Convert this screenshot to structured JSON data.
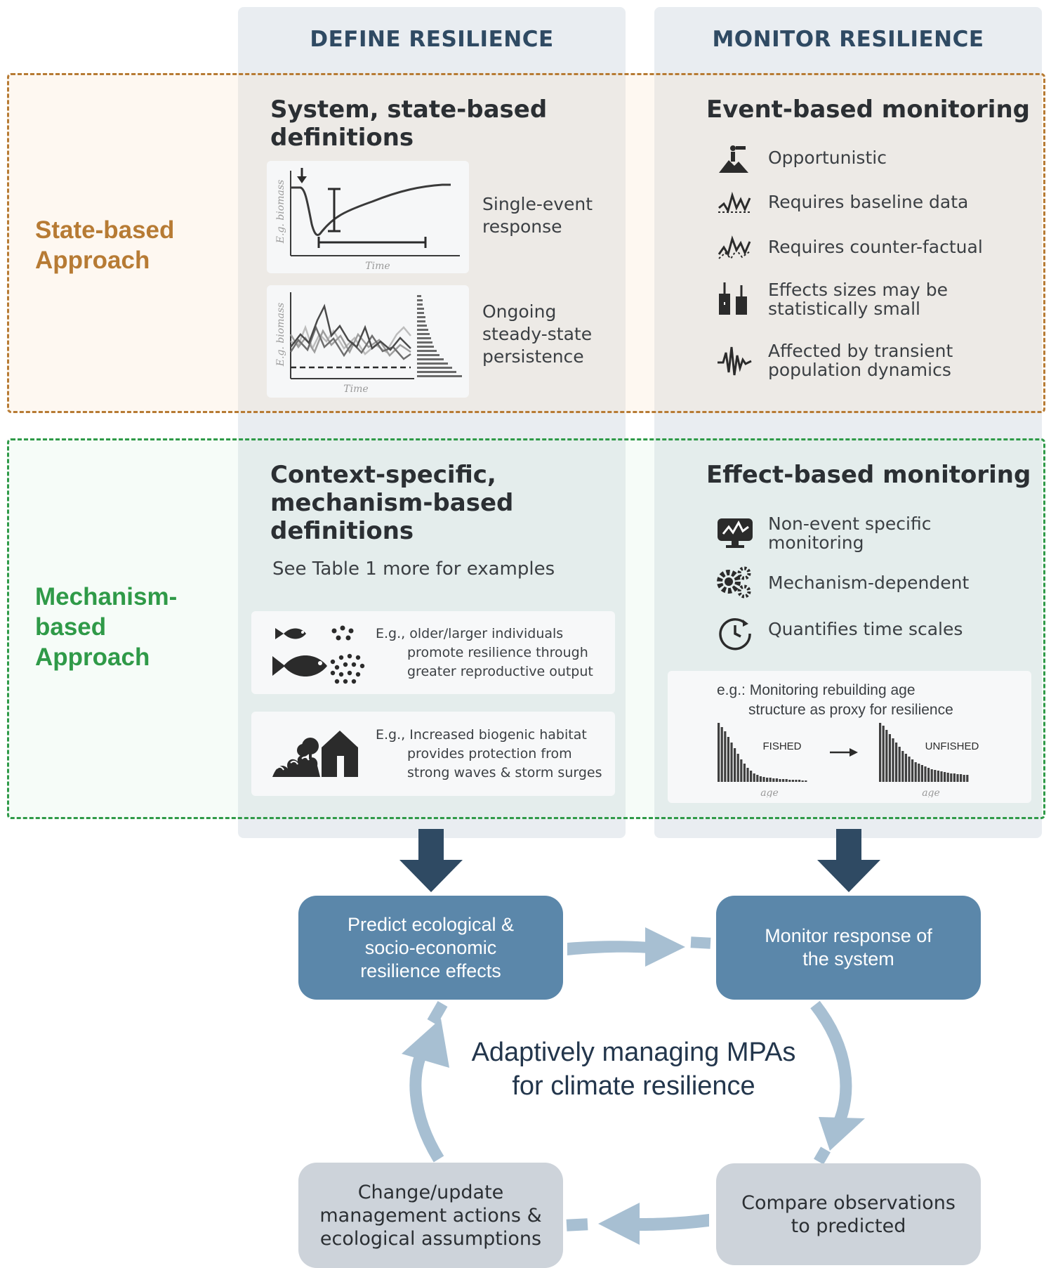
{
  "columns": {
    "define": "DEFINE RESILIENCE",
    "monitor": "MONITOR RESILIENCE"
  },
  "approaches": {
    "state": "State-based\nApproach",
    "mechanism": "Mechanism-\nbased\nApproach"
  },
  "state_define": {
    "title": "System, state-based\ndefinitions",
    "chart1": {
      "ylabel": "E.g. biomass",
      "xlabel": "Time",
      "caption": "Single-event\nresponse"
    },
    "chart2": {
      "ylabel": "E.g. biomass",
      "xlabel": "Time",
      "caption": "Ongoing\nsteady-state\npersistence"
    }
  },
  "state_monitor": {
    "title": "Event-based monitoring",
    "items": [
      {
        "icon": "observer-icon",
        "label": "Opportunistic"
      },
      {
        "icon": "baseline-icon",
        "label": "Requires baseline data"
      },
      {
        "icon": "counterfactual-icon",
        "label": "Requires counter-factual"
      },
      {
        "icon": "effect-size-icon",
        "label": "Effects sizes may be\nstatistically small"
      },
      {
        "icon": "pulse-icon",
        "label": "Affected by transient\npopulation dynamics"
      }
    ]
  },
  "mech_define": {
    "title": "Context-specific,\nmechanism-based\ndefinitions",
    "subtitle": "See Table 1 more for examples",
    "examples": [
      {
        "icon": "fish-icon",
        "lead": "E.g., older/larger individuals",
        "rest": "promote resilience through\ngreater reproductive output"
      },
      {
        "icon": "habitat-icon",
        "lead": "E.g., Increased biogenic habitat",
        "rest": "provides protection from\nstrong waves & storm surges"
      }
    ]
  },
  "mech_monitor": {
    "title": "Effect-based monitoring",
    "items": [
      {
        "icon": "monitor-icon",
        "label": "Non-event specific\nmonitoring"
      },
      {
        "icon": "gears-icon",
        "label": "Mechanism-dependent"
      },
      {
        "icon": "clock-icon",
        "label": "Quantifies time scales"
      }
    ],
    "example": {
      "line1": "e.g.: Monitoring rebuilding age",
      "line2": "structure as proxy for resilience",
      "fished": "FISHED",
      "unfished": "UNFISHED",
      "xlabel": "age"
    }
  },
  "cycle": {
    "predict": "Predict ecological &\nsocio-economic\nresilience effects",
    "monitor": "Monitor response of\nthe system",
    "compare": "Compare observations\nto predicted",
    "change": "Change/update\nmanagement actions &\necological assumptions",
    "center": "Adaptively managing MPAs\nfor climate resilience"
  },
  "colors": {
    "state": "#b77b34",
    "mechanism": "#2f9a48",
    "column_header": "#2f4a63",
    "dark_arrow": "#2f4a63",
    "box_blue": "#5b87aa",
    "box_grey": "#cdd3da",
    "cycle_arrow": "#a7bfd2"
  }
}
